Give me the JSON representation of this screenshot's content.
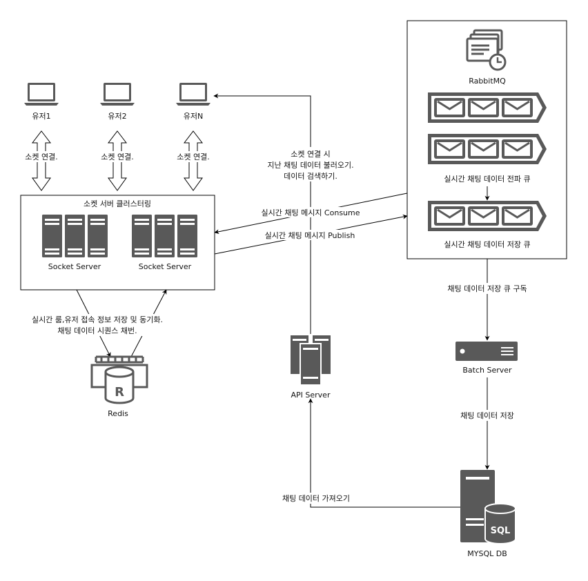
{
  "users": [
    {
      "label": "유저1",
      "link_label": "소켓 연결."
    },
    {
      "label": "유저2",
      "link_label": "소켓 연결."
    },
    {
      "label": "유저N",
      "link_label": "소켓 연결."
    }
  ],
  "socket_cluster": {
    "title": "소켓 서버 클러스터링",
    "servers": [
      "Socket Server",
      "Socket Server"
    ]
  },
  "redis": {
    "label": "Redis",
    "link_label_lines": [
      "실시간 룸,유저 접속 정보 저장 및 동기화.",
      "채팅 데이터 시퀀스 채번."
    ]
  },
  "api_server": {
    "label": "API Server",
    "to_user_label_lines": [
      "소켓 연결 시",
      "지난 채팅 데이터 불러오기.",
      "데이터 검색하기."
    ],
    "from_db_label": "채팅 데이터 가져오기"
  },
  "rabbitmq": {
    "label": "RabbitMQ",
    "consume_label": "실시간 채팅 메시지 Consume",
    "publish_label": "실시간 채팅 메시지 Publish",
    "queues": [
      {
        "label": ""
      },
      {
        "label": "실시간 채팅 데이터 전파 큐"
      },
      {
        "label": "실시간 채팅 데이터 저장 큐"
      }
    ]
  },
  "batch_server": {
    "label": "Batch Server",
    "subscribe_label": "채팅 데이터 저장 큐 구독",
    "store_label": "채팅 데이터 저장"
  },
  "mysql": {
    "label": "MYSQL DB",
    "badge": "SQL"
  },
  "redis_badge": "R",
  "colors": {
    "icon": "#595959",
    "line": "#000000"
  }
}
